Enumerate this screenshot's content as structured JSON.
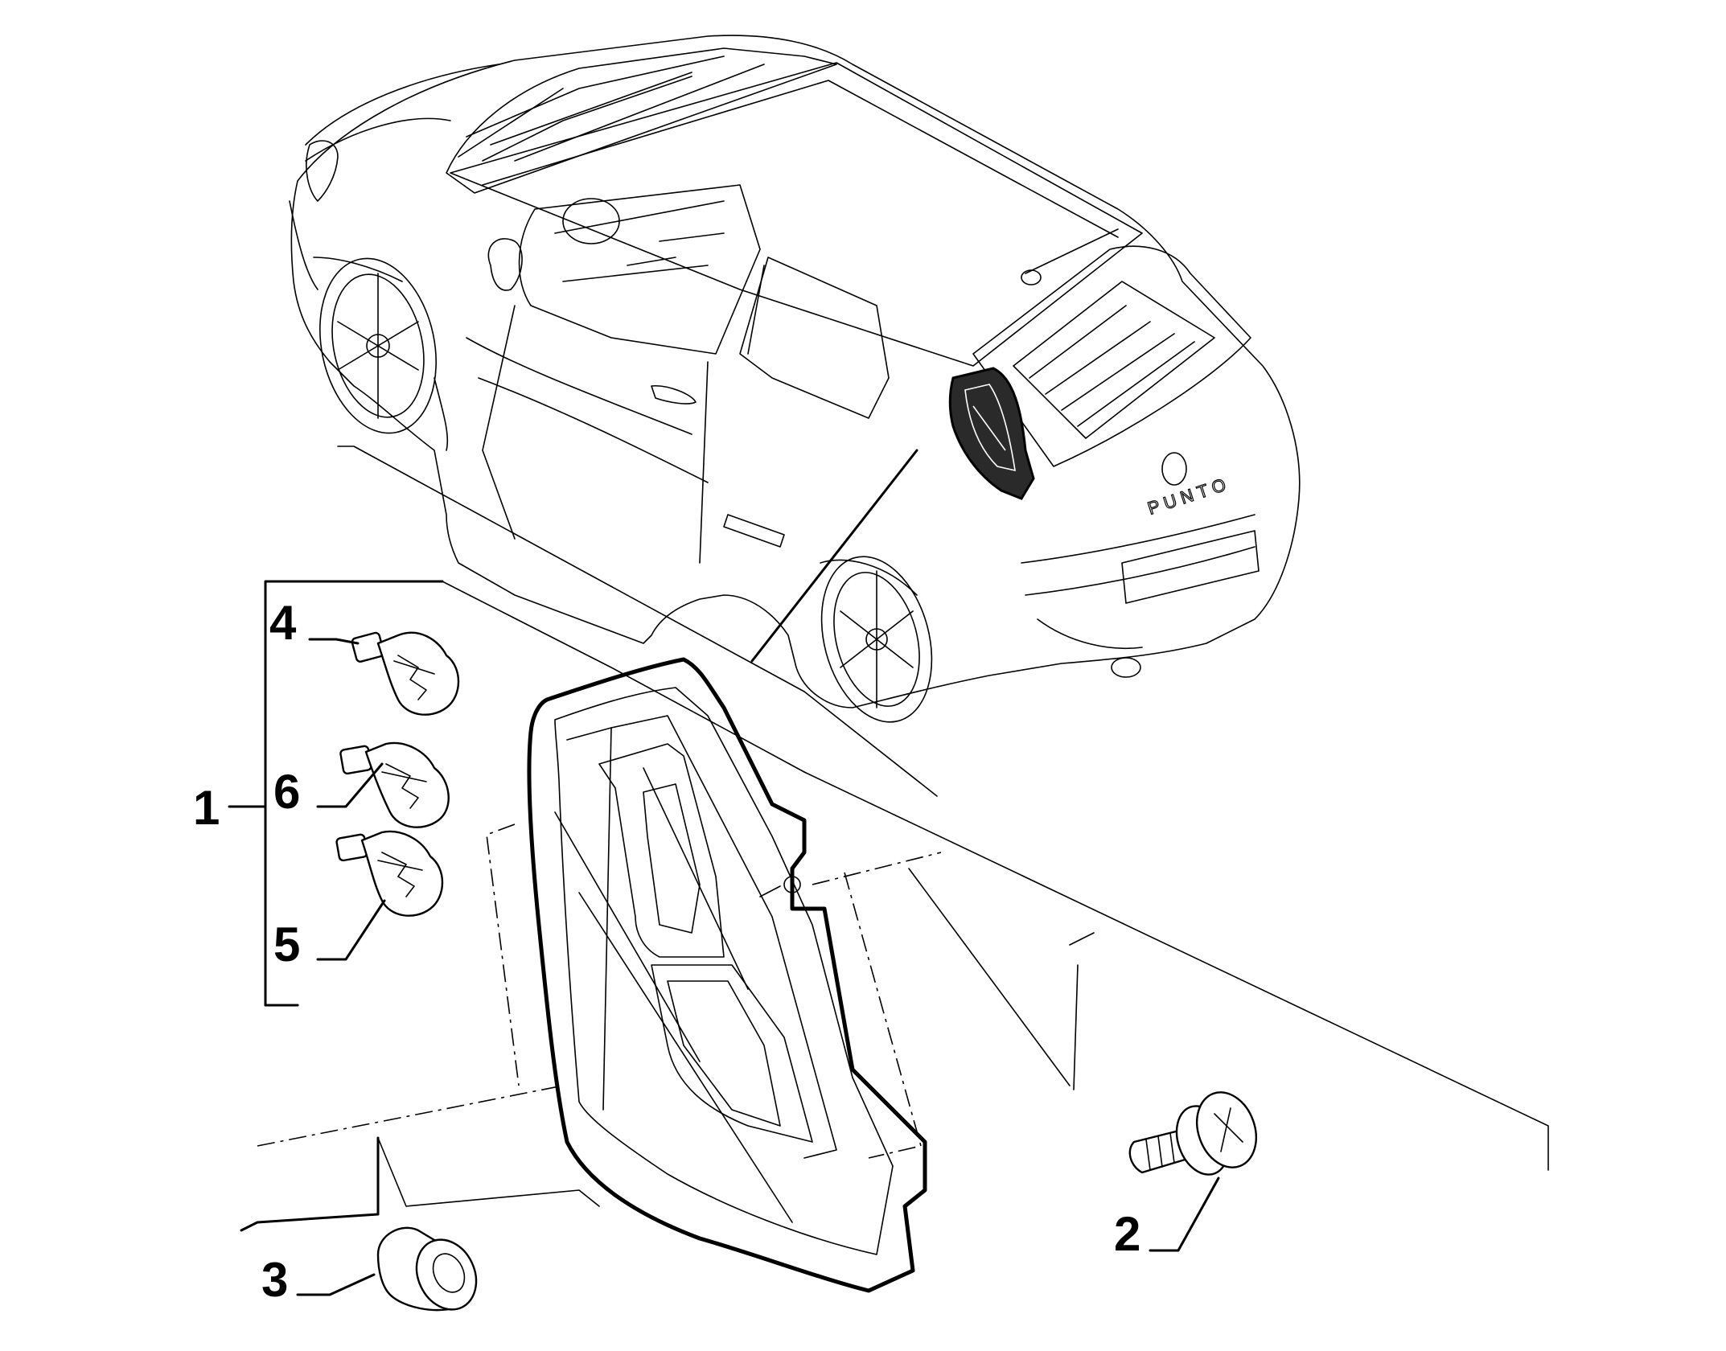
{
  "diagram": {
    "callouts": [
      {
        "id": "1",
        "label": "1"
      },
      {
        "id": "2",
        "label": "2"
      },
      {
        "id": "3",
        "label": "3"
      },
      {
        "id": "4",
        "label": "4"
      },
      {
        "id": "5",
        "label": "5"
      },
      {
        "id": "6",
        "label": "6"
      }
    ],
    "car_badge_text": "PUNTO",
    "icons": [
      "car-illustration",
      "tail-light-assembly",
      "bulb-icon",
      "screw-icon",
      "grommet-icon"
    ]
  }
}
